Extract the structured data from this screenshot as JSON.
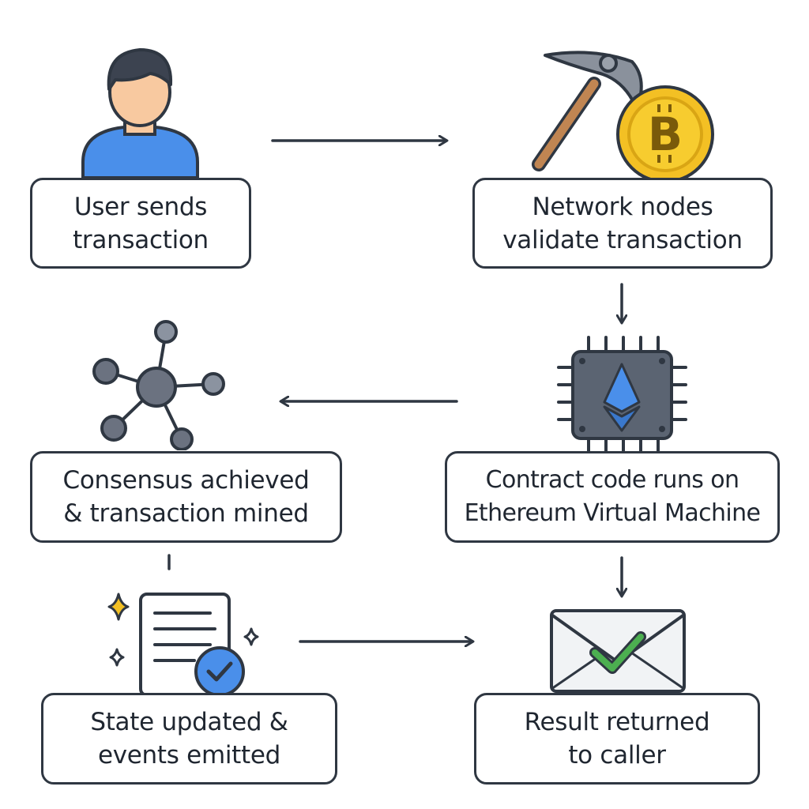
{
  "steps": {
    "user_sends": {
      "line1": "User sends",
      "line2": "transaction",
      "icon": "user-icon"
    },
    "nodes_validate": {
      "line1": "Network nodes",
      "line2": "validate transaction",
      "icon": "pickaxe-bitcoin-icon"
    },
    "evm_runs": {
      "line1": "Contract code runs on",
      "line2": "Ethereum Virtual Machine",
      "icon": "ethereum-chip-icon"
    },
    "consensus": {
      "line1": "Consensus achieved",
      "line2": "& transaction mined",
      "icon": "network-nodes-icon"
    },
    "state_updated": {
      "line1": "State updated &",
      "line2": "events emitted",
      "icon": "document-check-icon"
    },
    "result_returned": {
      "line1": "Result returned",
      "line2": "to caller",
      "icon": "envelope-check-icon"
    }
  },
  "colors": {
    "outline": "#2f3742",
    "user_blue": "#4a8fea",
    "coin_gold": "#f3c024",
    "chip_gray": "#5b6472",
    "ethereum_blue": "#4a8fea",
    "check_green": "#4caf50",
    "node_gray": "#6b7280"
  }
}
